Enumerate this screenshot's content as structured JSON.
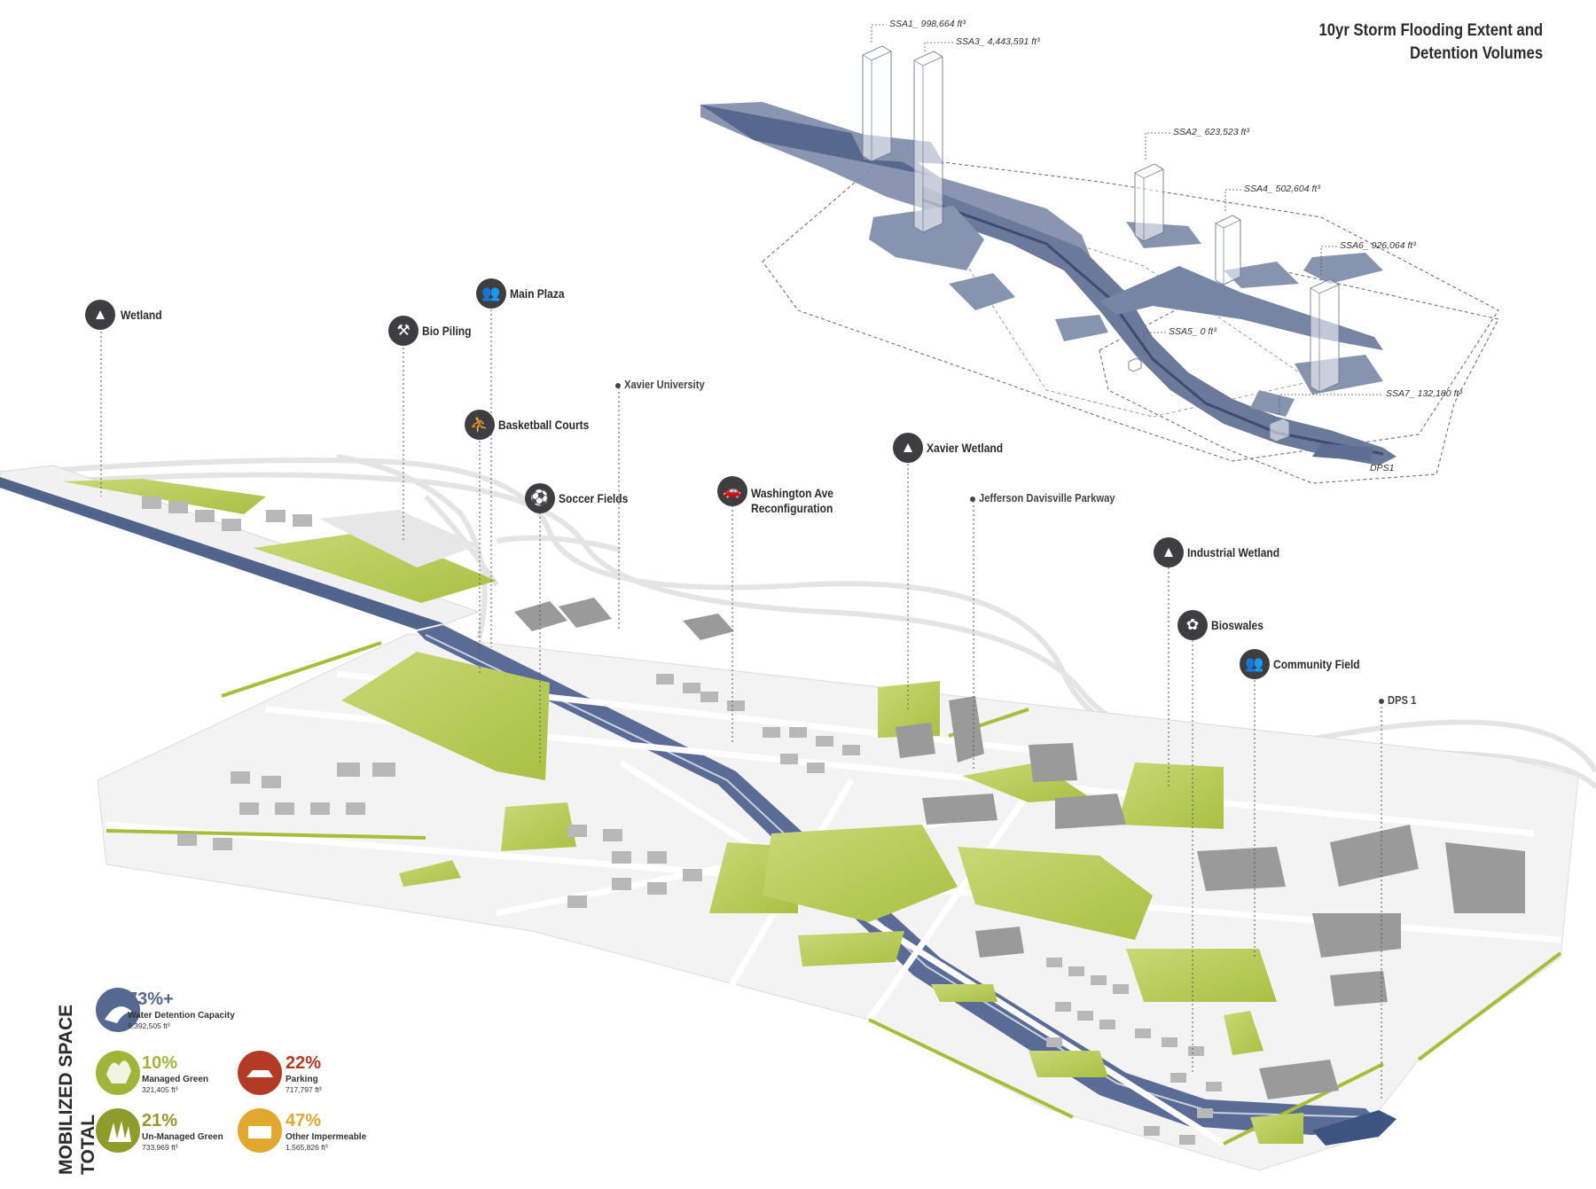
{
  "title": {
    "line1": "10yr Storm Flooding Extent and",
    "line2": "Detention Volumes"
  },
  "detention_areas": [
    {
      "label": "SSA1_ 998,664 ft³"
    },
    {
      "label": "SSA3_ 4,443,591 ft³"
    },
    {
      "label": "SSA2_ 623,523 ft³"
    },
    {
      "label": "SSA4_ 502,604 ft³"
    },
    {
      "label": "SSA6_ 926,064 ft³"
    },
    {
      "label": "SSA5_ 0 ft³"
    },
    {
      "label": "SSA7_ 132,180 ft³"
    },
    {
      "label": "DPS1"
    }
  ],
  "map_labels": {
    "wetland": "Wetland",
    "bio_piling": "Bio Piling",
    "main_plaza": "Main Plaza",
    "xavier_university": "Xavier University",
    "basketball_courts": "Basketball Courts",
    "soccer_fields": "Soccer Fields",
    "washington_ave_line1": "Washington Ave",
    "washington_ave_line2": "Reconfiguration",
    "xavier_wetland": "Xavier Wetland",
    "jefferson_davis": "Jefferson Davisville Parkway",
    "industrial_wetland": "Industrial Wetland",
    "bioswales": "Bioswales",
    "community_field": "Community Field",
    "dps1": "DPS 1"
  },
  "legend": {
    "heading_line1": "MOBILIZED SPACE",
    "heading_line2": "TOTAL",
    "water": {
      "pct": "73%+",
      "name": "Water Detention Capacity",
      "value": "9,392,505 ft³",
      "color": "#54698f"
    },
    "managed": {
      "pct": "10%",
      "name": "Managed Green",
      "value": "321,405 ft³",
      "color": "#9fb53a"
    },
    "parking": {
      "pct": "22%",
      "name": "Parking",
      "value": "717,797 ft³",
      "color": "#b33a24"
    },
    "unmanaged": {
      "pct": "21%",
      "name": "Un-Managed Green",
      "value": "733,969 ft³",
      "color": "#8e9c2c"
    },
    "impermeable": {
      "pct": "47%",
      "name": "Other Impermeable",
      "value": "1,565,826 ft³",
      "color": "#e0a82e"
    }
  }
}
